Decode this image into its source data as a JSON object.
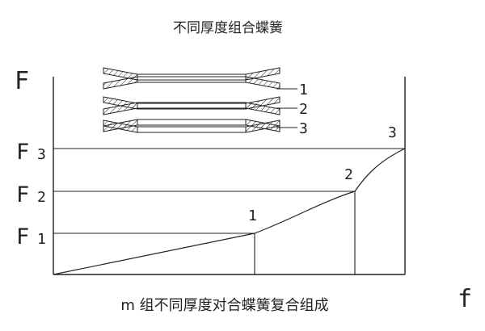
{
  "title": "不同厚度组合蝶簧",
  "caption": "m 组不同厚度对合蝶簧复合组成",
  "axis": {
    "y_label": "F",
    "x_label": "f"
  },
  "levels": [
    {
      "label_main": "F",
      "label_sub": "1",
      "point_label": "1"
    },
    {
      "label_main": "F",
      "label_sub": "2",
      "point_label": "2"
    },
    {
      "label_main": "F",
      "label_sub": "3",
      "point_label": "3"
    }
  ],
  "stack_callouts": [
    "1",
    "2",
    "3"
  ],
  "colors": {
    "line": "#222222",
    "hatch": "#222222"
  }
}
